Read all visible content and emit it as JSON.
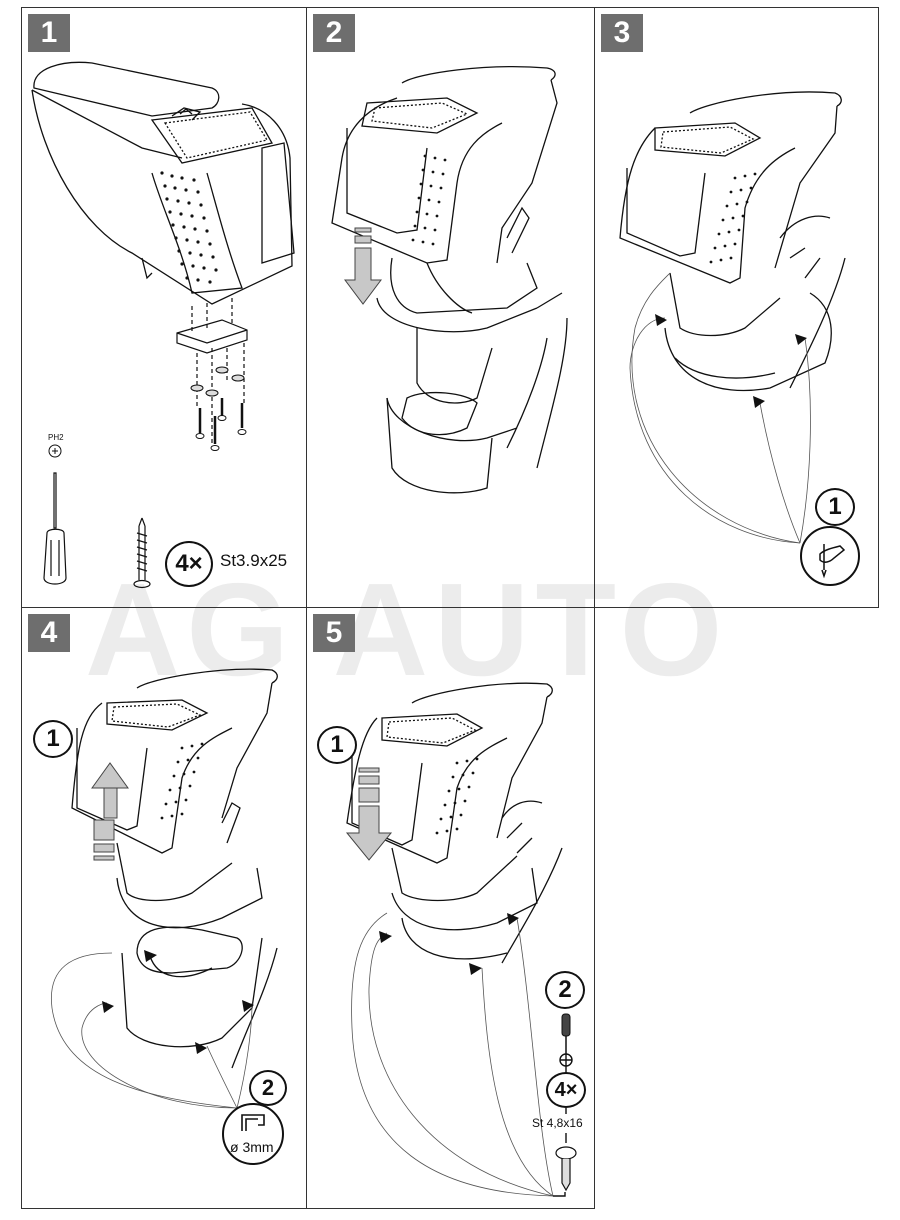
{
  "watermark": "AG AUTO",
  "colors": {
    "badge_bg": "#6e6e6e",
    "line": "#111111",
    "arrow_fill": "#c8c8c8",
    "watermark": "#ececec"
  },
  "steps": [
    {
      "number": "1",
      "tool_label": "PH2",
      "tool_icon": "phillips-screwdriver",
      "screw_count": "4×",
      "screw_spec": "St3.9x25",
      "icons": [
        "armrest",
        "mounting-bracket",
        "washer",
        "screw",
        "screwdriver"
      ]
    },
    {
      "number": "2",
      "icons": [
        "armrest",
        "down-arrow",
        "car-console"
      ]
    },
    {
      "number": "3",
      "callout_number": "1",
      "callout_icon": "hand-marking-pen",
      "icons": [
        "armrest",
        "mark-arrows",
        "car-console"
      ]
    },
    {
      "number": "4",
      "callout_1": "1",
      "callout_2": "2",
      "drill_size": "ø 3mm",
      "icons": [
        "armrest",
        "up-arrow",
        "drill-bit",
        "car-console"
      ]
    },
    {
      "number": "5",
      "callout_1": "1",
      "callout_2": "2",
      "screw_count": "4×",
      "screw_spec": "St 4,8x16",
      "icons": [
        "armrest",
        "down-arrow",
        "screwdriver",
        "screw"
      ]
    }
  ]
}
